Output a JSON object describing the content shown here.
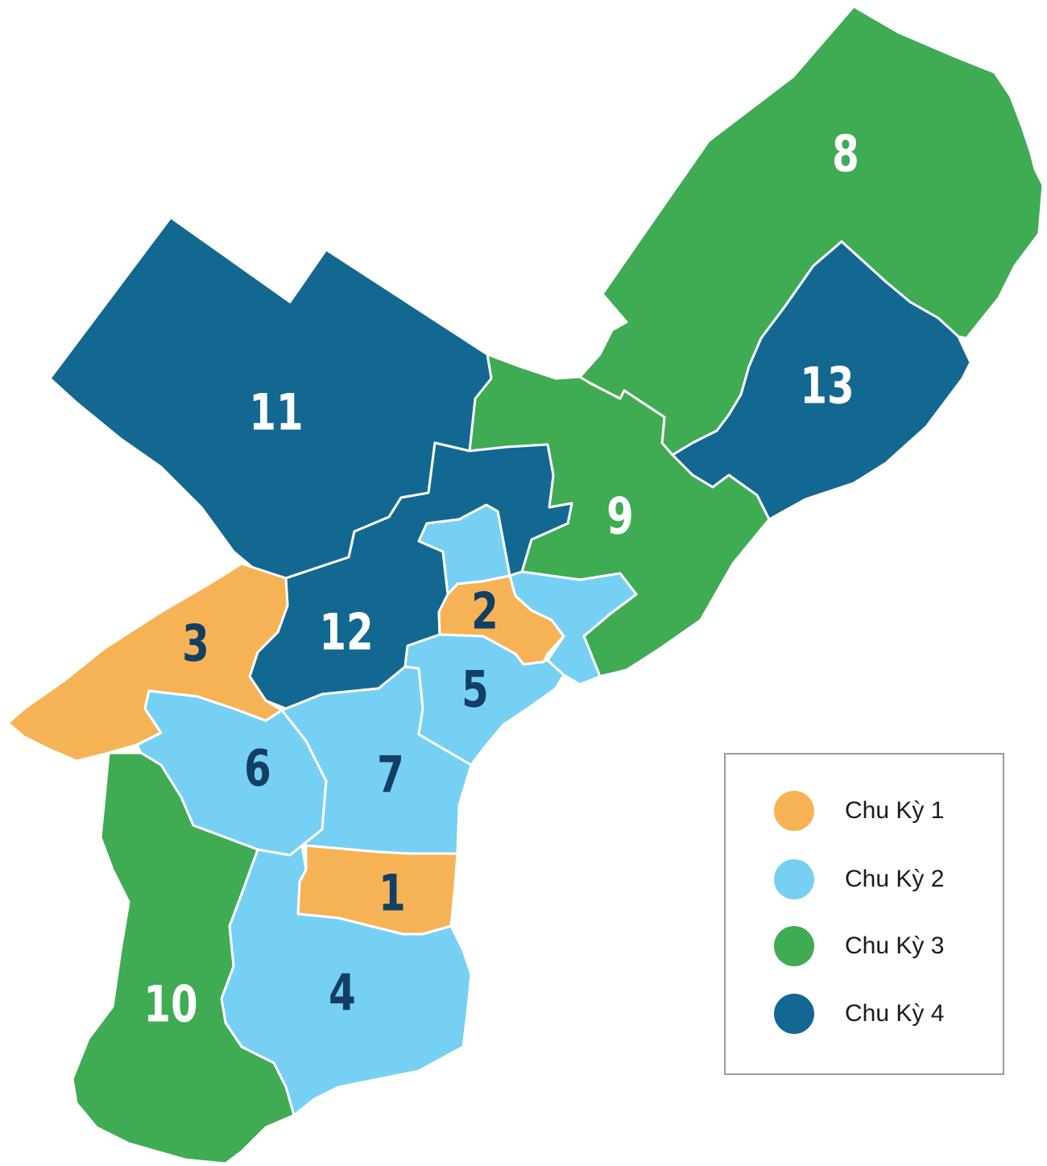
{
  "colors": {
    "cycle_1": "#f6b356",
    "cycle_2": "#76d0f4",
    "cycle_3": "#3fab52",
    "cycle_4": "#136892",
    "label_light": "#ffffff",
    "label_dark": "#123f63"
  },
  "districts": [
    {
      "id": "district-1",
      "label": "1",
      "cycle": 1
    },
    {
      "id": "district-2",
      "label": "2",
      "cycle": 1
    },
    {
      "id": "district-3",
      "label": "3",
      "cycle": 1
    },
    {
      "id": "district-4",
      "label": "4",
      "cycle": 2
    },
    {
      "id": "district-5",
      "label": "5",
      "cycle": 2
    },
    {
      "id": "district-6",
      "label": "6",
      "cycle": 2
    },
    {
      "id": "district-7",
      "label": "7",
      "cycle": 2
    },
    {
      "id": "district-8",
      "label": "8",
      "cycle": 3
    },
    {
      "id": "district-9",
      "label": "9",
      "cycle": 3
    },
    {
      "id": "district-10",
      "label": "10",
      "cycle": 3
    },
    {
      "id": "district-11",
      "label": "11",
      "cycle": 4
    },
    {
      "id": "district-12",
      "label": "12",
      "cycle": 4
    },
    {
      "id": "district-13",
      "label": "13",
      "cycle": 4
    }
  ],
  "legend": {
    "items": [
      {
        "label": "Chu Kỳ 1",
        "cycle": 1
      },
      {
        "label": "Chu Kỳ 2",
        "cycle": 2
      },
      {
        "label": "Chu Kỳ 3",
        "cycle": 3
      },
      {
        "label": "Chu Kỳ 4",
        "cycle": 4
      }
    ]
  }
}
